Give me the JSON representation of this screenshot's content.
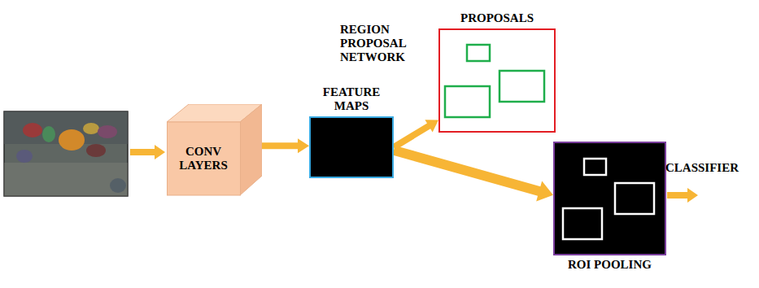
{
  "diagram": {
    "nodes": [
      {
        "text": [
          "CONV LAYERS"
        ]
      },
      {
        "text": [
          "FEATURE MAPS"
        ]
      },
      {
        "text": [
          "PROPOSALS"
        ]
      },
      {
        "text": [
          "ROI POOLING"
        ]
      }
    ],
    "edges": [
      {
        "from": 0,
        "to": 1,
        "arrow": "to"
      },
      {
        "from": 1,
        "to": 2,
        "arrow": "to"
      },
      {
        "from": 1,
        "to": 3,
        "arrow": "to"
      }
    ],
    "labels": [
      "REGION PROPOSAL NETWORK",
      "CLASSIFIER"
    ]
  }
}
